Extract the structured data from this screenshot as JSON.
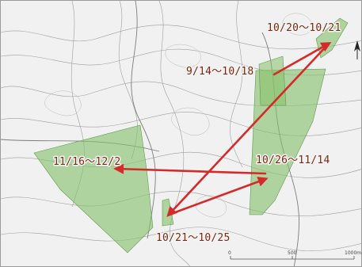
{
  "map": {
    "area_color": "#86c06a",
    "arrow_color": "#d42a2a",
    "label_color": "#7a2a10",
    "periods": [
      {
        "id": "p1",
        "label": "9/14〜10/18"
      },
      {
        "id": "p2",
        "label": "10/20〜10/21"
      },
      {
        "id": "p3",
        "label": "10/21〜10/25"
      },
      {
        "id": "p4",
        "label": "10/26〜11/14"
      },
      {
        "id": "p5",
        "label": "11/16〜12/2"
      }
    ],
    "movement_sequence": [
      "p1",
      "p2",
      "p3",
      "p4",
      "p5"
    ],
    "scale_bar": {
      "labels": [
        "0",
        "500",
        "1000m"
      ]
    },
    "north_arrow_icon": "north-arrow-icon"
  }
}
